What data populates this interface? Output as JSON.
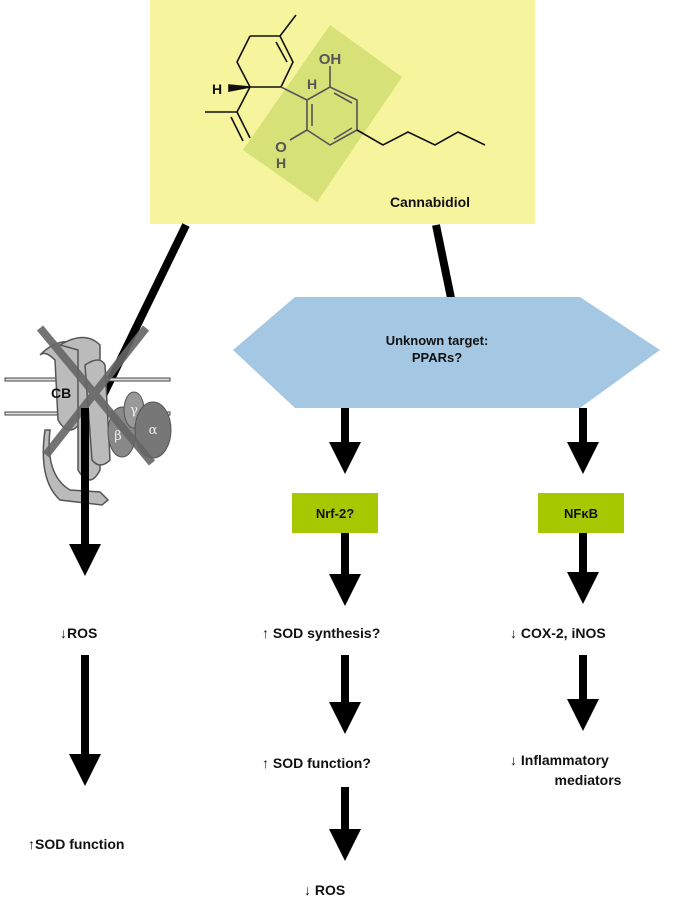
{
  "molecule": {
    "name": "Cannabidiol",
    "atoms": {
      "oh_top": "OH",
      "h_ring": "H",
      "h_wedge": "H",
      "o_bottom": "O",
      "h_bottom": "H"
    }
  },
  "receptor": {
    "cb_label": "CB",
    "gamma": "γ",
    "beta": "β",
    "alpha": "α"
  },
  "target": {
    "line1": "Unknown target:",
    "line2": "PPARs?"
  },
  "boxes": {
    "nrf2": "Nrf-2?",
    "nfkb": "NFκB"
  },
  "left_path": {
    "step1": "↓ROS",
    "step2": "↑SOD function"
  },
  "middle_path": {
    "step1": "↑  SOD synthesis?",
    "step2": "↑  SOD function?",
    "step3": "↓  ROS"
  },
  "right_path": {
    "step1": "↓   COX-2, iNOS",
    "step2_line1": "↓  Inflammatory",
    "step2_line2": "mediators"
  },
  "colors": {
    "molecule_bg": "#f6f49c",
    "highlight": "#c9d86a",
    "target": "#a4c8e4",
    "box": "#a6c800"
  }
}
